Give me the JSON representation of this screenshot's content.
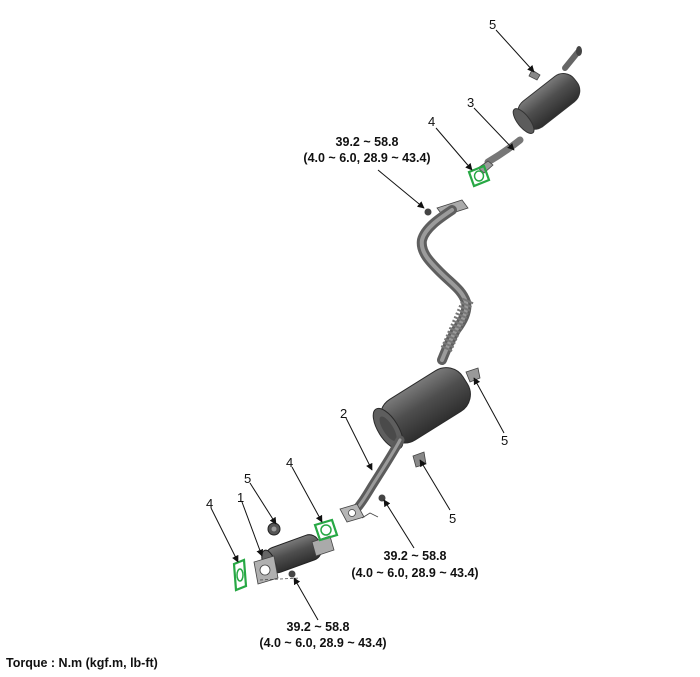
{
  "callouts": {
    "part_1": "1",
    "part_2": "2",
    "part_3": "3",
    "part_4_top": "4",
    "part_4_mid": "4",
    "part_4_left": "4",
    "part_5_top": "5",
    "part_5_right": "5",
    "part_5_lower": "5",
    "part_5_left": "5"
  },
  "torque_specs": {
    "top": {
      "nm": "39.2 ~ 58.8",
      "alt": "(4.0 ~ 6.0, 28.9 ~ 43.4)"
    },
    "middle": {
      "nm": "39.2 ~ 58.8",
      "alt": "(4.0 ~ 6.0, 28.9 ~ 43.4)"
    },
    "bottom": {
      "nm": "39.2 ~ 58.8",
      "alt": "(4.0 ~ 6.0, 28.9 ~ 43.4)"
    }
  },
  "caption": "Torque : N.m (kgf.m, lb-ft)",
  "colors": {
    "gasket": "#27a844",
    "pipe": "#6f6f6f",
    "muffler": "#4a4a4a"
  }
}
